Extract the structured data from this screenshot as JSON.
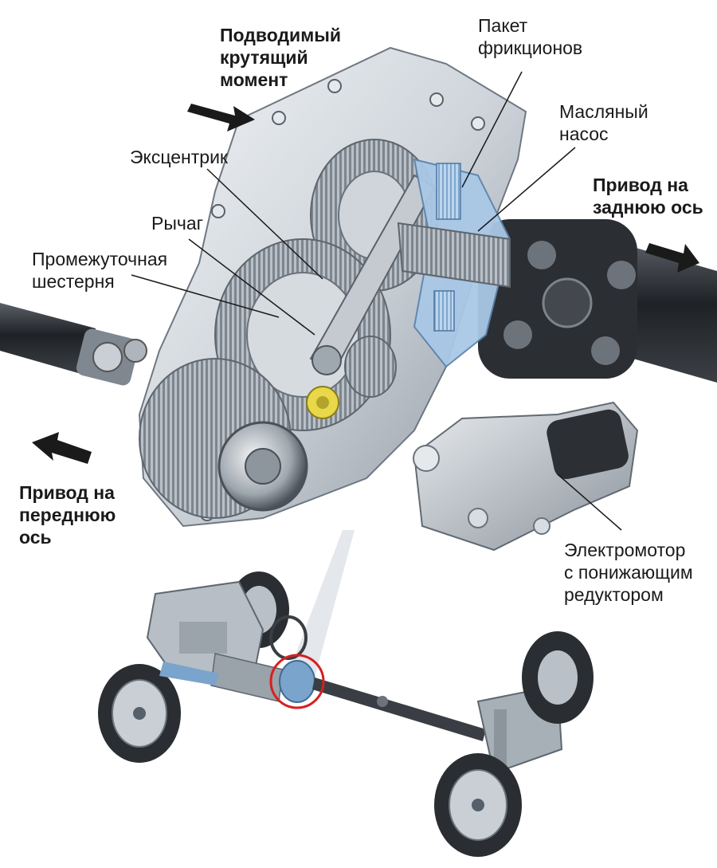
{
  "labels": {
    "input_torque": [
      "Подводимый",
      "крутящий",
      "момент"
    ],
    "clutch_pack": [
      "Пакет",
      "фрикционов"
    ],
    "oil_pump": [
      "Масляный",
      "насос"
    ],
    "rear_axle_drive": [
      "Привод на",
      "заднюю ось"
    ],
    "eccentric": "Эксцентрик",
    "lever": "Рычаг",
    "idler_gear": [
      "Промежуточная",
      "шестерня"
    ],
    "front_axle_drive": [
      "Привод на",
      "переднюю",
      "ось"
    ],
    "electric_motor": [
      "Электромотор",
      "с понижающим",
      "редуктором"
    ]
  },
  "colors": {
    "housing": "#d8dde3",
    "housing_dark": "#9aa3ad",
    "cutaway": "#a9c8e6",
    "shaft": "#2a2d31",
    "highlight_ring": "#d62020",
    "gear_accent": "#e8d84a"
  }
}
